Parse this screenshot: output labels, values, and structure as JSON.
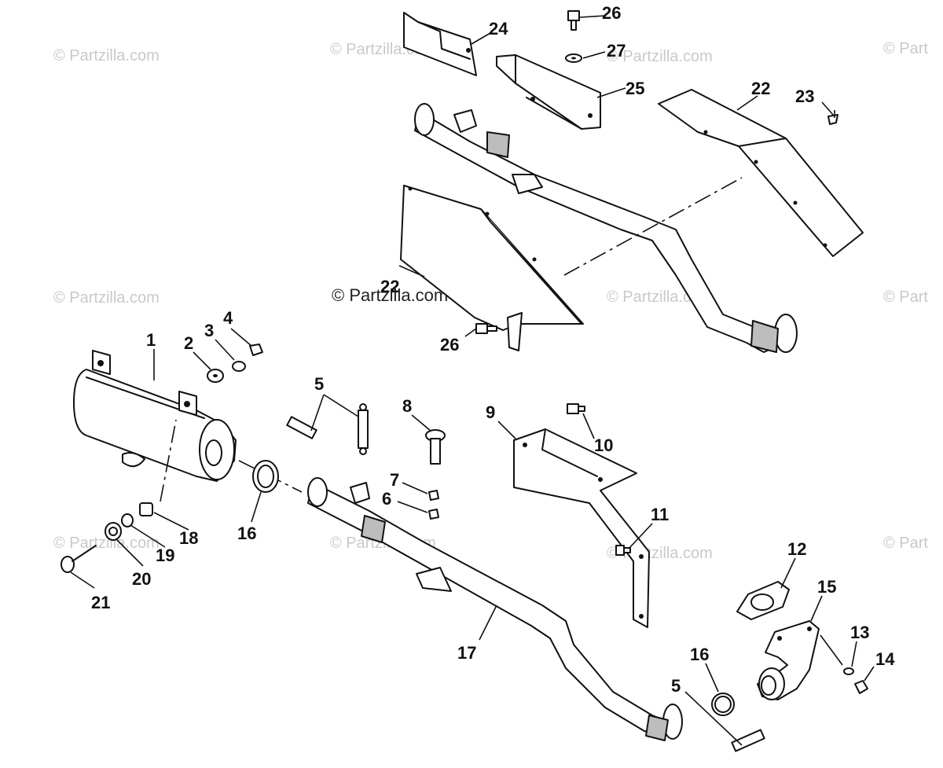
{
  "watermark": {
    "text": "© Partzilla.com",
    "text_partial": "© Part",
    "center_text": "© Partzilla.com"
  },
  "callouts": {
    "c1": "1",
    "c2": "2",
    "c3": "3",
    "c4": "4",
    "c5a": "5",
    "c5b": "5",
    "c6": "6",
    "c7": "7",
    "c8": "8",
    "c9": "9",
    "c10": "10",
    "c11": "11",
    "c12": "12",
    "c13": "13",
    "c14": "14",
    "c15": "15",
    "c16a": "16",
    "c16b": "16",
    "c17": "17",
    "c18": "18",
    "c19": "19",
    "c20": "20",
    "c21": "21",
    "c22a": "22",
    "c22b": "22",
    "c23": "23",
    "c24": "24",
    "c25": "25",
    "c26a": "26",
    "c26b": "26",
    "c27": "27"
  }
}
